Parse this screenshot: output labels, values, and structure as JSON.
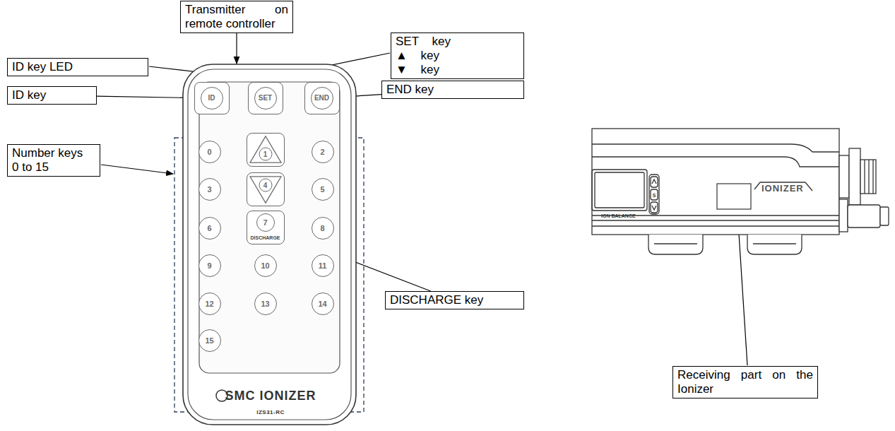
{
  "diagram": {
    "nodes": [
      {
        "text": [
          "Transmitter on remote controller"
        ]
      },
      {
        "text": [
          "ID key LED"
        ]
      },
      {
        "text": [
          "SET key ▲ key ▼ key"
        ]
      },
      {
        "text": [
          "ID key"
        ]
      },
      {
        "text": [
          "END key"
        ]
      },
      {
        "text": [
          "Number keys 0 to 15"
        ]
      },
      {
        "text": [
          "DISCHARGE key"
        ]
      },
      {
        "text": [
          "Receiving part on the Ionizer"
        ]
      },
      {
        "text": [
          "SMC IONIZER",
          "IZS31-RC"
        ]
      },
      {
        "text": [
          "ID"
        ],
        "in": 8
      },
      {
        "text": [
          "SET"
        ],
        "in": 8
      },
      {
        "text": [
          "END"
        ],
        "in": 8
      },
      {
        "text": [
          "0"
        ],
        "in": 8
      },
      {
        "text": [
          "1"
        ],
        "in": 8
      },
      {
        "text": [
          "2"
        ],
        "in": 8
      },
      {
        "text": [
          "3"
        ],
        "in": 8
      },
      {
        "text": [
          "4"
        ],
        "in": 8
      },
      {
        "text": [
          "5"
        ],
        "in": 8
      },
      {
        "text": [
          "6"
        ],
        "in": 8
      },
      {
        "text": [
          "7",
          "DISCHARGE"
        ],
        "in": 8
      },
      {
        "text": [
          "8"
        ],
        "in": 8
      },
      {
        "text": [
          "9"
        ],
        "in": 8
      },
      {
        "text": [
          "10"
        ],
        "in": 8
      },
      {
        "text": [
          "11"
        ],
        "in": 8
      },
      {
        "text": [
          "12"
        ],
        "in": 8
      },
      {
        "text": [
          "13"
        ],
        "in": 8
      },
      {
        "text": [
          "14"
        ],
        "in": 8
      },
      {
        "text": [
          "15"
        ],
        "in": 8
      }
    ],
    "edges": [
      {
        "from": 0,
        "to": 8,
        "arrow": "to"
      },
      {
        "from": 3,
        "to": 9,
        "arrow": "to"
      },
      {
        "from": 4,
        "to": 11,
        "arrow": "to"
      },
      {
        "from": 6,
        "to": 19,
        "arrow": "to"
      }
    ],
    "labels": [
      "ION BALANCE",
      "IONIZER",
      "S"
    ]
  }
}
